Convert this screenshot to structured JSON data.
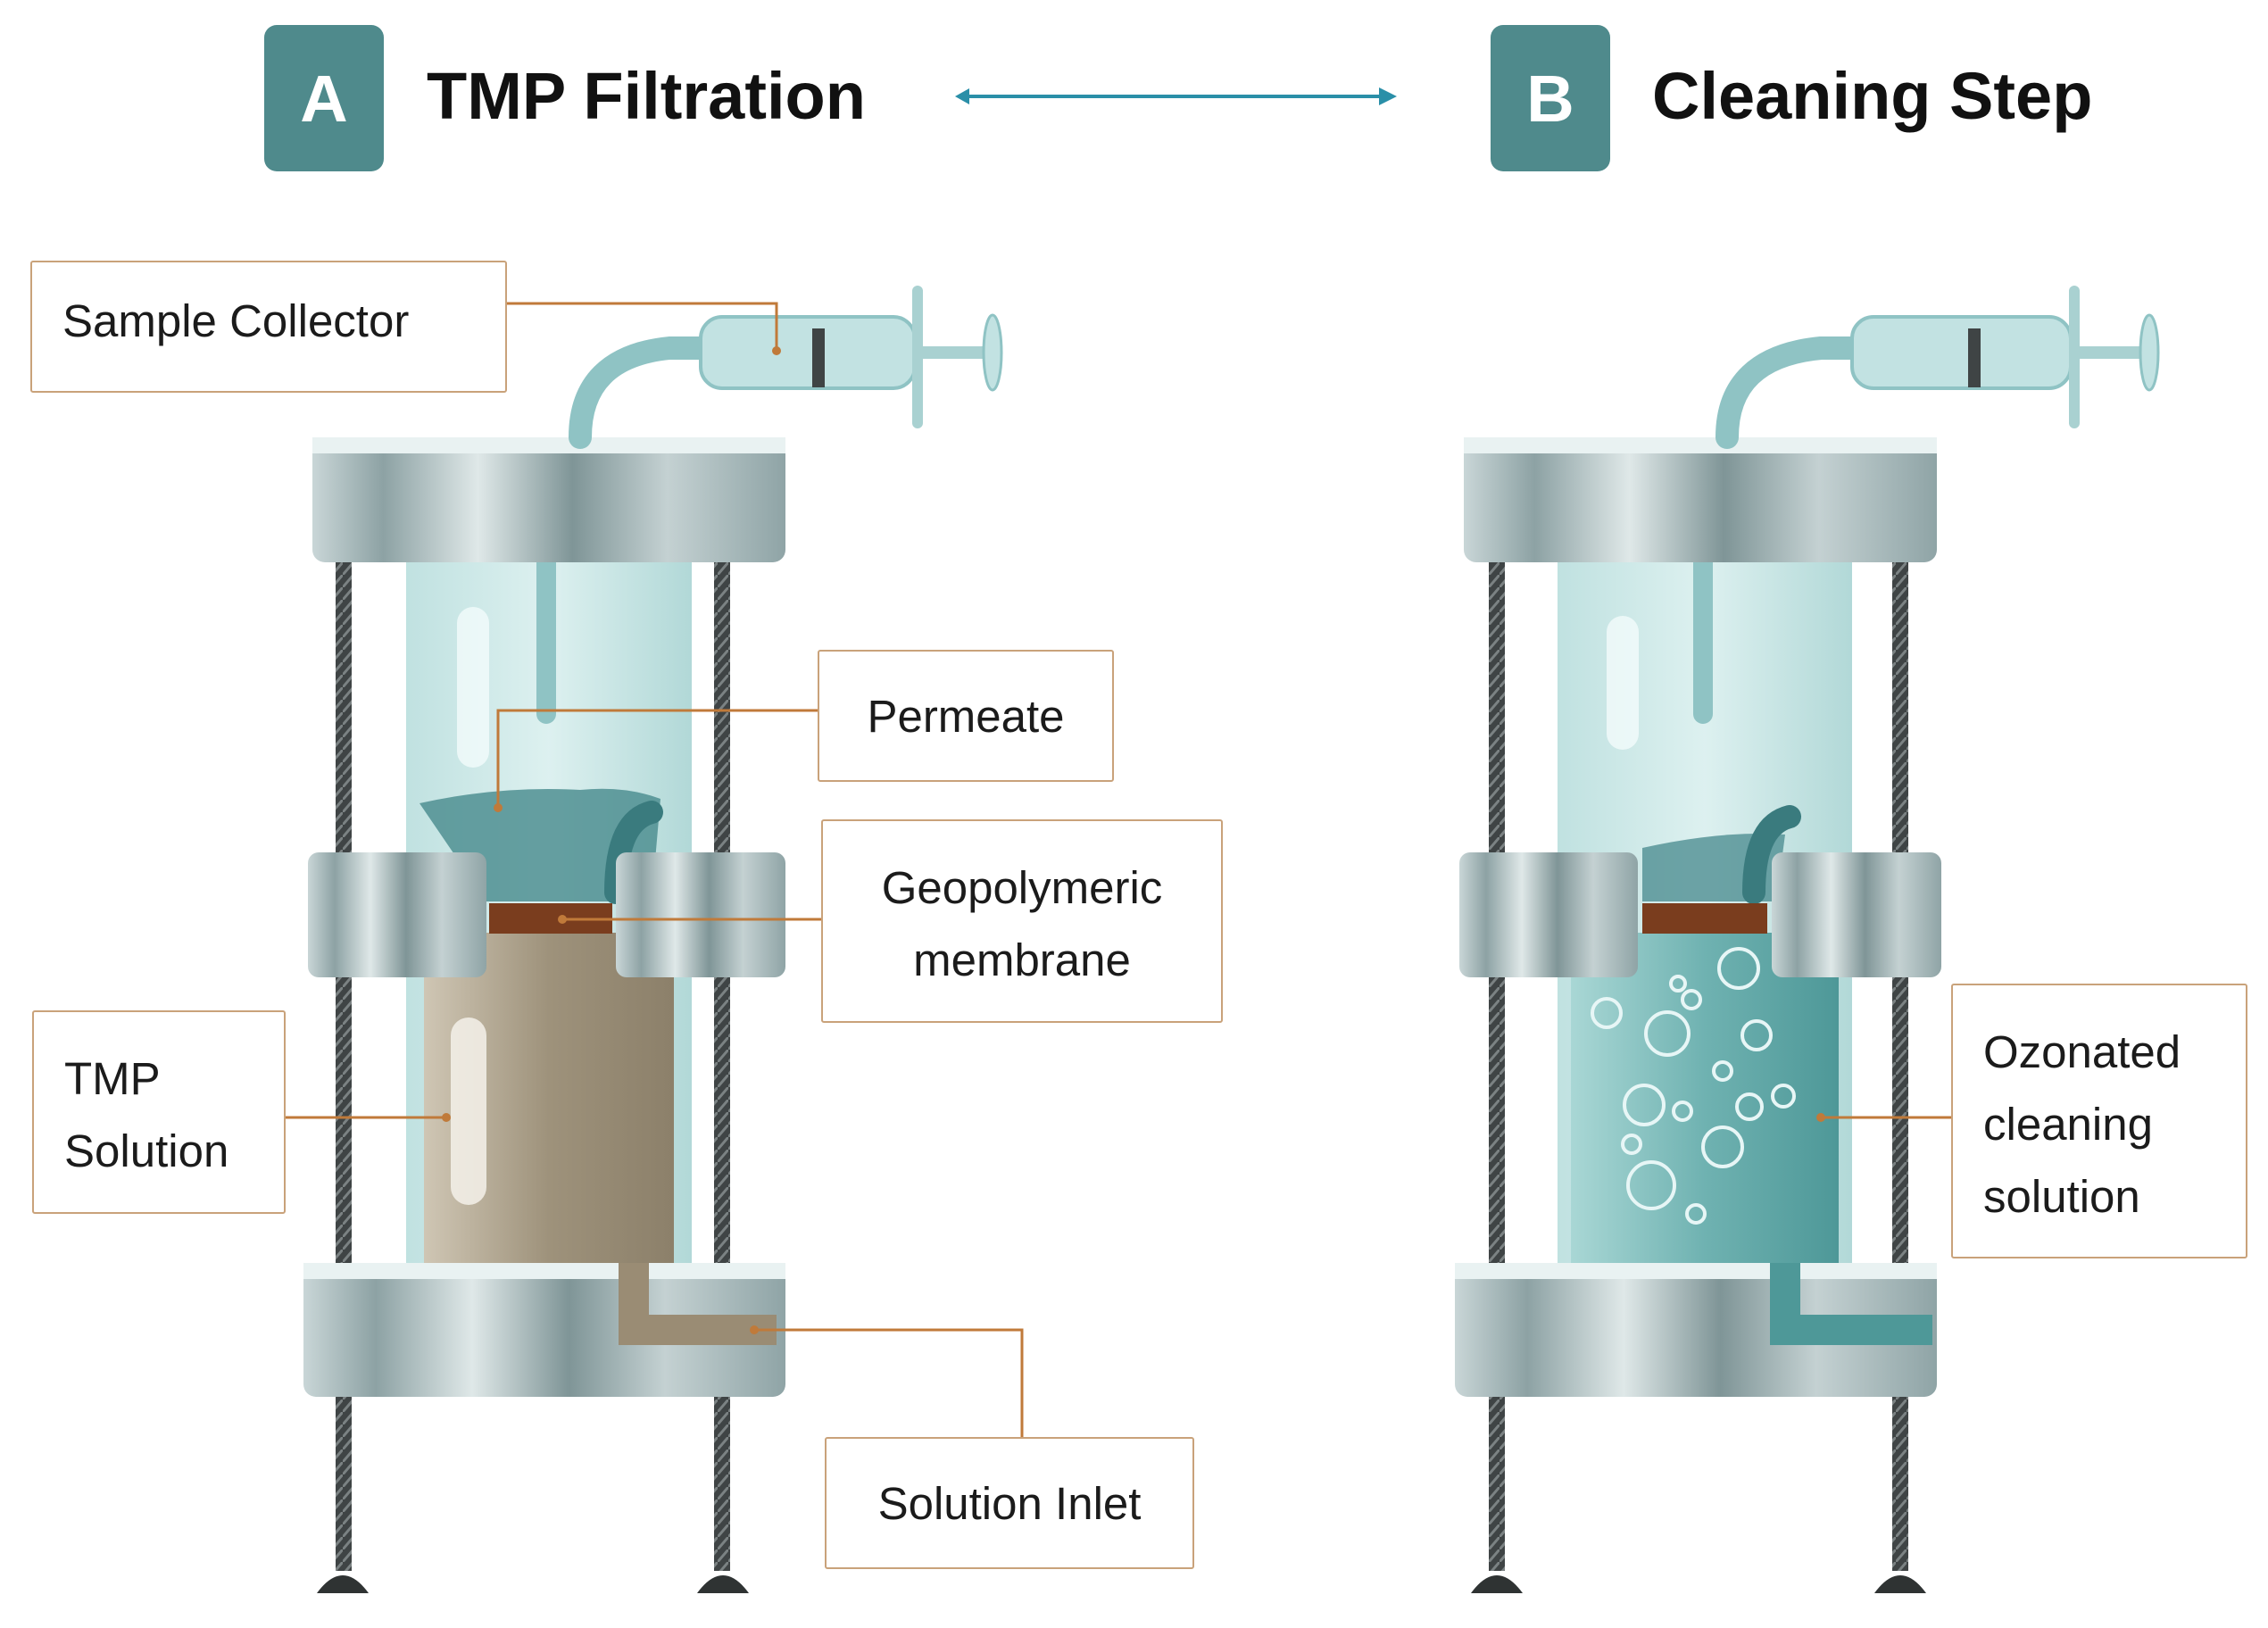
{
  "panel_a": {
    "badge": "A",
    "title": "TMP Filtration",
    "labels": {
      "sample_collector": "Sample Collector",
      "permeate": "Permeate",
      "membrane_line1": "Geopolymeric",
      "membrane_line2": "membrane",
      "tmp_line1": "TMP",
      "tmp_line2": "Solution",
      "solution_inlet": "Solution Inlet"
    }
  },
  "panel_b": {
    "badge": "B",
    "title": "Cleaning Step",
    "labels": {
      "ozonated_line1": "Ozonated",
      "ozonated_line2": "cleaning",
      "ozonated_line3": "solution"
    }
  },
  "colors": {
    "badge_teal": "#4f8a8c",
    "arrow": "#2a8fa8",
    "leader_line": "#c07a3a",
    "label_border": "#c9a27a",
    "glass": "#c8e6e6",
    "metal": "#9fb3b5",
    "rod": "#4a4f50",
    "tmp_solution": "#a39985",
    "membrane": "#7a3d1e",
    "cleaning_solution": "#5fa3a3",
    "permeate": "#4f8f92"
  }
}
